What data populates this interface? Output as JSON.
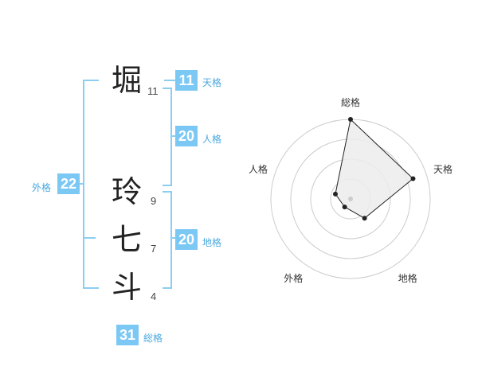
{
  "name_chars": [
    {
      "char": "堀",
      "strokes": "11"
    },
    {
      "char": "玲",
      "strokes": "9"
    },
    {
      "char": "七",
      "strokes": "7"
    },
    {
      "char": "斗",
      "strokes": "4"
    }
  ],
  "grades": {
    "tenkaku": {
      "value": "11",
      "label": "天格"
    },
    "jinkaku": {
      "value": "20",
      "label": "人格"
    },
    "chikaku": {
      "value": "20",
      "label": "地格"
    },
    "gaikaku": {
      "value": "22",
      "label": "外格"
    },
    "soukaku": {
      "value": "31",
      "label": "総格"
    }
  },
  "chart_data": {
    "type": "radar",
    "axes": [
      "総格",
      "天格",
      "地格",
      "外格",
      "人格"
    ],
    "values": [
      4,
      3.3,
      1.2,
      0.5,
      0.8
    ],
    "max": 4,
    "rings": 4,
    "colors": {
      "fill": "#ececec",
      "line": "#222222",
      "ring": "#cccccc"
    }
  }
}
